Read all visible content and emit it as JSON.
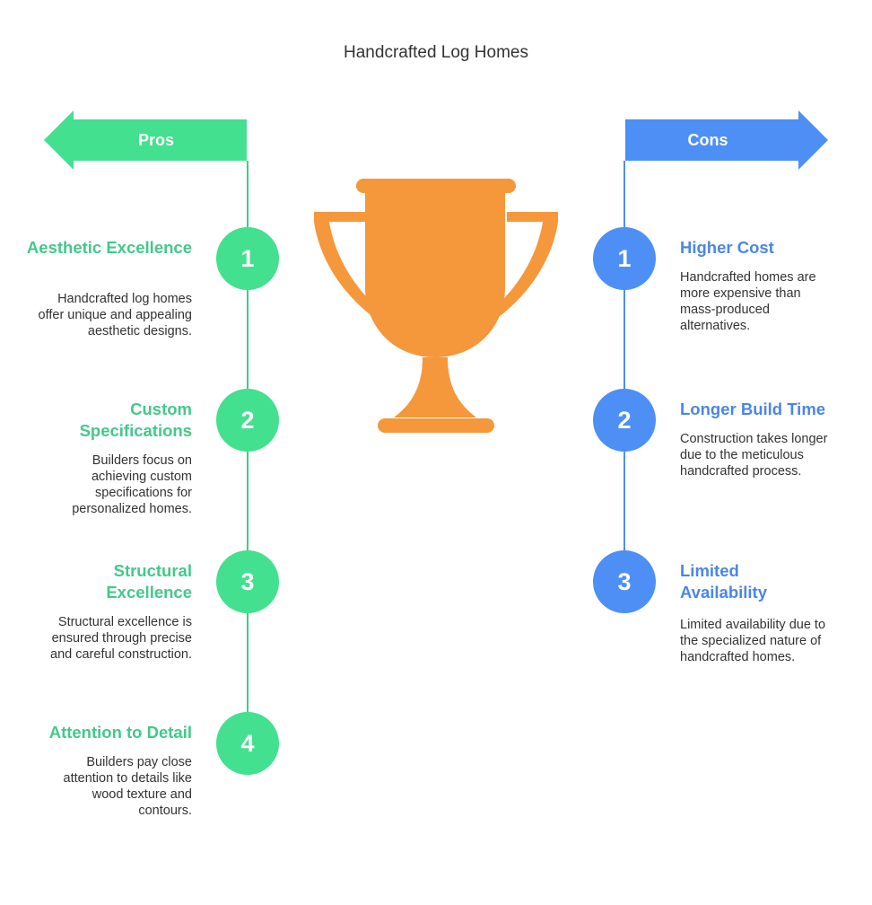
{
  "title": "Handcrafted Log Homes",
  "colors": {
    "pros": "#43c98a",
    "cons": "#4d8ff5",
    "trophy": "#f5973b"
  },
  "pros": {
    "label": "Pros",
    "items": [
      {
        "number": "1",
        "heading": "Aesthetic Excellence",
        "description": "Handcrafted log homes offer unique and appealing aesthetic designs."
      },
      {
        "number": "2",
        "heading": "Custom Specifications",
        "description": "Builders focus on achieving custom specifications for personalized homes."
      },
      {
        "number": "3",
        "heading": "Structural Excellence",
        "description": "Structural excellence is ensured through precise and careful construction."
      },
      {
        "number": "4",
        "heading": "Attention to Detail",
        "description": "Builders pay close attention to details like wood texture and contours."
      }
    ]
  },
  "cons": {
    "label": "Cons",
    "items": [
      {
        "number": "1",
        "heading": "Higher Cost",
        "description": "Handcrafted homes are more expensive than mass-produced alternatives."
      },
      {
        "number": "2",
        "heading": "Longer Build Time",
        "description": "Construction takes longer due to the meticulous handcrafted process."
      },
      {
        "number": "3",
        "heading": "Limited Availability",
        "description": "Limited availability due to the specialized nature of handcrafted homes."
      }
    ]
  },
  "center_icon": "trophy-icon"
}
